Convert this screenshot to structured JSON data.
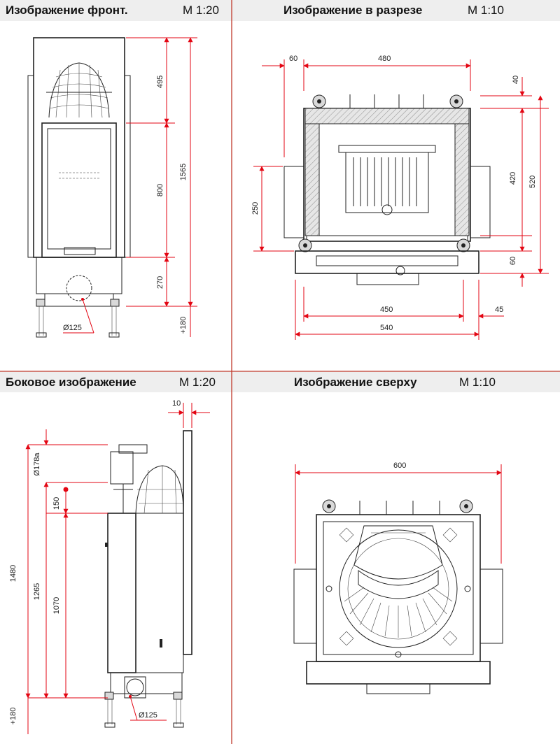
{
  "panels": {
    "front": {
      "title": "Изображение фронт.",
      "scale": "M 1:20",
      "dims": {
        "d495": "495",
        "d1565": "1565",
        "d800": "800",
        "d270": "270",
        "dp180": "+180",
        "dia125": "Ø125"
      }
    },
    "section": {
      "title": "Изображение в разрезе",
      "scale": "M 1:10",
      "dims": {
        "d60a": "60",
        "d480": "480",
        "d40": "40",
        "d420": "420",
        "d520": "520",
        "d250": "250",
        "d60b": "60",
        "d450": "450",
        "d45": "45",
        "d540": "540"
      }
    },
    "side": {
      "title": "Боковое изображение",
      "scale": "M 1:20",
      "dims": {
        "d10": "10",
        "dia178a": "Ø178a",
        "d150": "150",
        "d1480": "1480",
        "d1265": "1265",
        "d1070": "1070",
        "dp180": "+180",
        "dia125": "Ø125"
      }
    },
    "top": {
      "title": "Изображение сверху",
      "scale": "M 1:10",
      "dims": {
        "d600": "600"
      }
    }
  },
  "colors": {
    "dimension": "#e30613",
    "drawing": "#222222",
    "header_bg": "#eeeeee",
    "divider": "#c0392b"
  }
}
